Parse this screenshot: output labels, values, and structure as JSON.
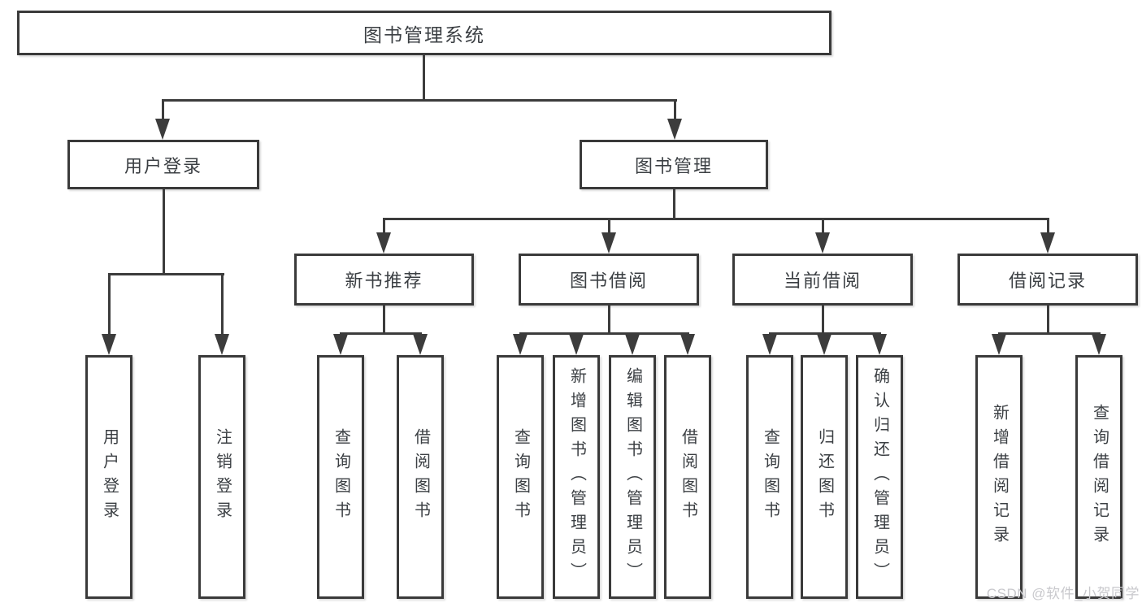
{
  "diagram": {
    "root": {
      "label": "图书管理系统"
    },
    "login_branch": {
      "label": "用户登录",
      "children": [
        {
          "label": "用户登录"
        },
        {
          "label": "注销登录"
        }
      ]
    },
    "manage_branch": {
      "label": "图书管理",
      "sections": [
        {
          "label": "新书推荐",
          "children": [
            {
              "label": "查询图书"
            },
            {
              "label": "借阅图书"
            }
          ]
        },
        {
          "label": "图书借阅",
          "children": [
            {
              "label": "查询图书"
            },
            {
              "label": "新增图书（管理员）"
            },
            {
              "label": "编辑图书（管理员）"
            },
            {
              "label": "借阅图书"
            }
          ]
        },
        {
          "label": "当前借阅",
          "children": [
            {
              "label": "查询图书"
            },
            {
              "label": "归还图书"
            },
            {
              "label": "确认归还（管理员）"
            }
          ]
        },
        {
          "label": "借阅记录",
          "children": [
            {
              "label": "新增借阅记录"
            },
            {
              "label": "查询借阅记录"
            }
          ]
        }
      ]
    },
    "style": {
      "line_color": "#3c3c3c",
      "text_color": "#3b3f43",
      "box_background": "#ffffff",
      "watermark_color": "#c8c8cc"
    }
  },
  "watermark": {
    "text": "CSDN @软件_小贺同学"
  }
}
